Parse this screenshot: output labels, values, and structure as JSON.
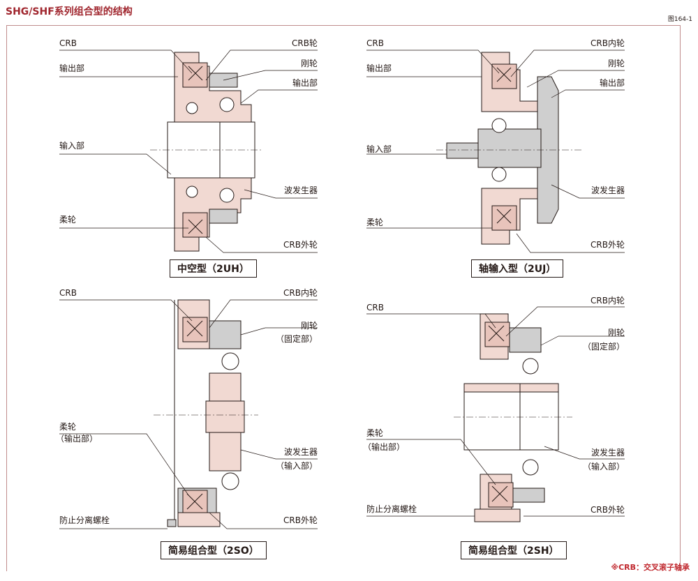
{
  "header": {
    "title": "SHG/SHF系列组合型的结构",
    "figure_no": "图164-1"
  },
  "panels": {
    "p2uh": {
      "caption": "中空型（2UH）",
      "left_labels": [
        "CRB",
        "输出部",
        "输入部",
        "柔轮"
      ],
      "right_labels": [
        "CRB轮",
        "刚轮",
        "输出部",
        "波发生器",
        "CRB外轮"
      ]
    },
    "p2uj": {
      "caption": "轴输入型（2UJ）",
      "left_labels": [
        "CRB",
        "输出部",
        "输入部",
        "柔轮"
      ],
      "right_labels": [
        "CRB内轮",
        "刚轮",
        "输出部",
        "波发生器",
        "CRB外轮"
      ]
    },
    "p2so": {
      "caption": "简易组合型（2SO）",
      "left_labels": [
        "CRB",
        "柔轮",
        "（输出部）",
        "防止分离螺栓"
      ],
      "right_labels": [
        "CRB内轮",
        "刚轮",
        "（固定部）",
        "波发生器",
        "（输入部）",
        "CRB外轮"
      ]
    },
    "p2sh": {
      "caption": "简易组合型（2SH）",
      "left_labels": [
        "CRB",
        "柔轮",
        "（输出部）",
        "防止分离螺栓"
      ],
      "right_labels": [
        "CRB内轮",
        "刚轮",
        "（固定部）",
        "波发生器",
        "（输入部）",
        "CRB外轮"
      ]
    }
  },
  "footnote": "※CRB：交叉滚子轴承",
  "colors": {
    "title": "#a0262e",
    "part_pink": "#f1d9d2",
    "part_gray": "#cfcfcf",
    "note": "#c0282e"
  }
}
